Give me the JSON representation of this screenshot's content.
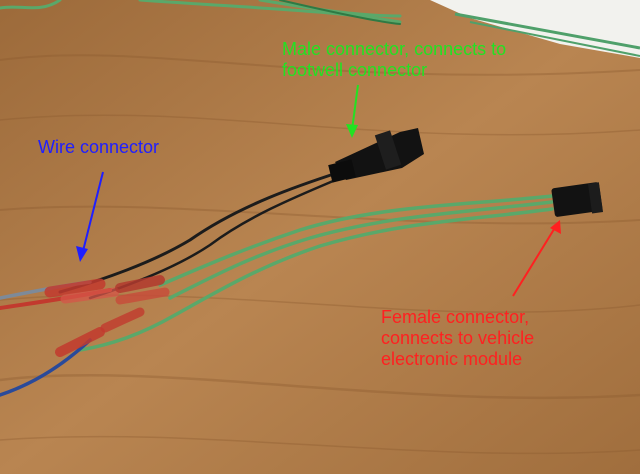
{
  "annotations": {
    "male_connector": {
      "text": "Male connector, connects to\nfootwell connector",
      "color": "#22e222"
    },
    "wire_connector": {
      "text": "Wire connector",
      "color": "#1f1fff"
    },
    "female_connector": {
      "text": "Female connector,\nconnects to vehicle\nelectronic module",
      "color": "#ff2020"
    }
  },
  "colors": {
    "wood": "#b07a45",
    "wire_green": "#5aa86a",
    "wire_red": "#c23a2e",
    "wire_blue": "#2a4a9a",
    "wire_black": "#1c1c1c",
    "connector_black": "#121212"
  }
}
